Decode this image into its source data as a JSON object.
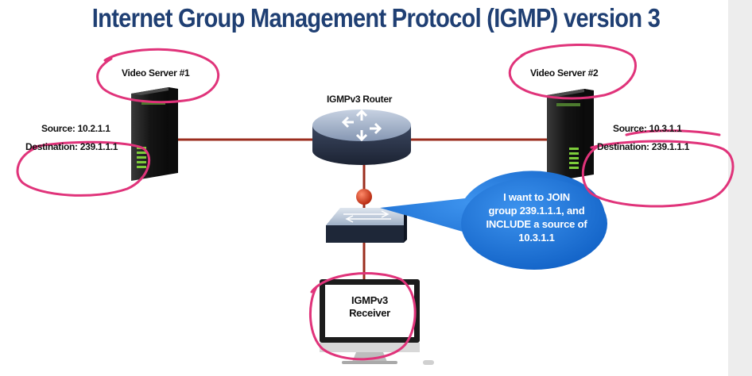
{
  "title": "Internet Group Management Protocol (IGMP) version 3",
  "server1": {
    "name": "Video Server #1",
    "source": "Source: 10.2.1.1",
    "destination": "Destination: 239.1.1.1"
  },
  "server2": {
    "name": "Video Server #2",
    "source": "Source: 10.3.1.1",
    "destination": "Destination: 239.1.1.1"
  },
  "router": {
    "name": "IGMPv3 Router"
  },
  "receiver": {
    "line1": "IGMPv3",
    "line2": "Receiver"
  },
  "bubble": {
    "lines": [
      "I want to JOIN",
      "group 239.1.1.1, and",
      "INCLUDE a source of",
      "10.3.1.1"
    ]
  },
  "colors": {
    "title": "#1f3f73",
    "link": "#9b2d1e",
    "annotation": "#e0337a",
    "bubble": "#1a6fd1"
  }
}
